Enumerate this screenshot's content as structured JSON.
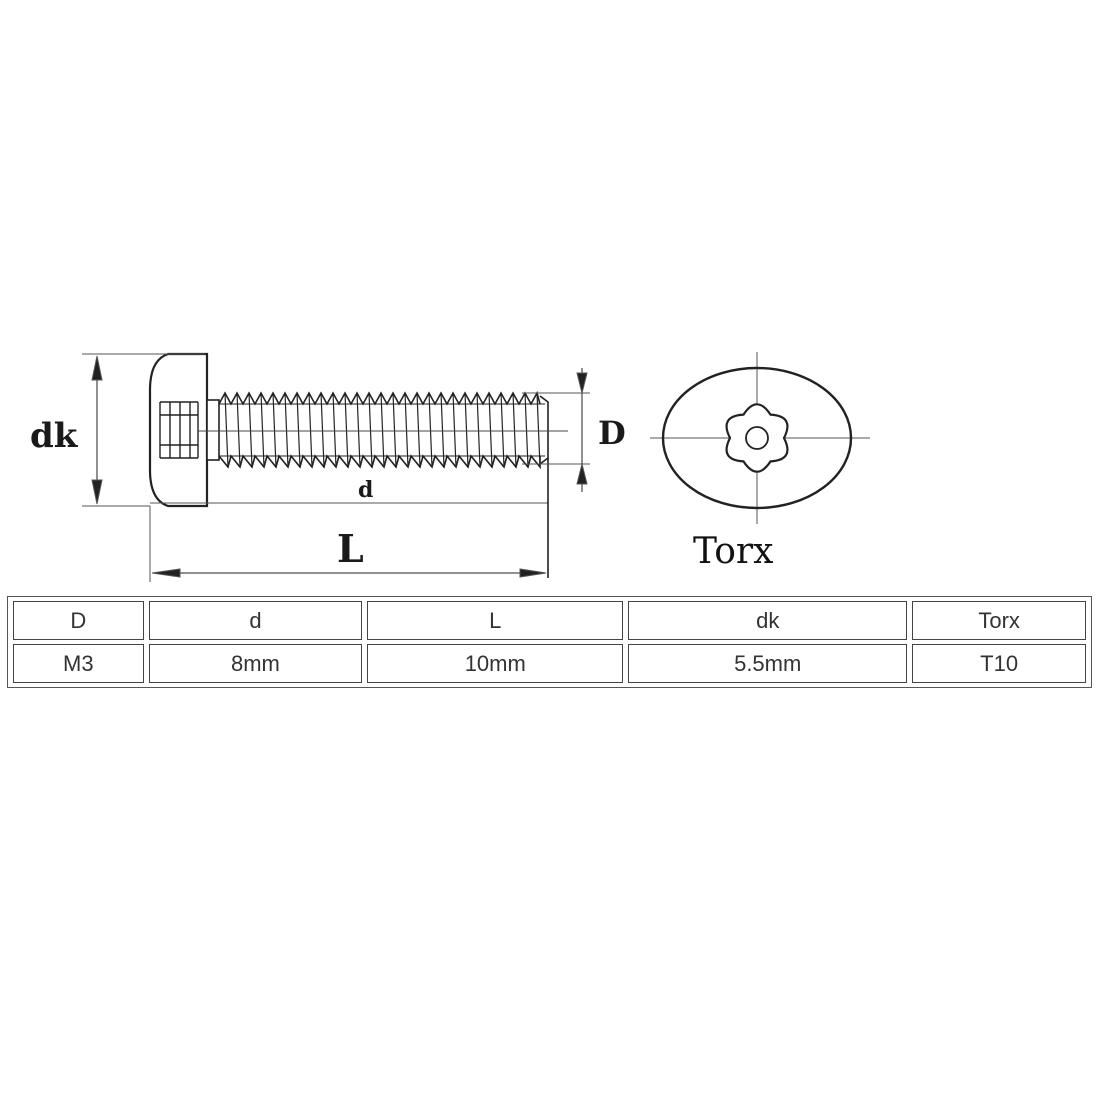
{
  "diagram": {
    "labels": {
      "dk": "dk",
      "d": "d",
      "L": "L",
      "D": "D",
      "torx": "Torx"
    }
  },
  "spec_table": {
    "headers": [
      "D",
      "d",
      "L",
      "dk",
      "Torx"
    ],
    "rows": [
      [
        "M3",
        "8mm",
        "10mm",
        "5.5mm",
        "T10"
      ]
    ]
  }
}
